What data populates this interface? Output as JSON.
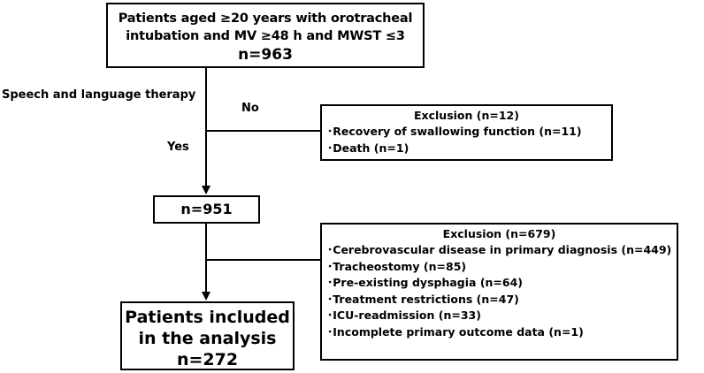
{
  "top_box": {
    "line1": "Patients aged ≥20 years with orotracheal",
    "line2": "intubation and MV ≥48 h and MWST ≤3",
    "count": "n=963"
  },
  "labels": {
    "therapy": "Speech and language therapy",
    "no": "No",
    "yes": "Yes"
  },
  "exclusion1": {
    "heading": "Exclusion (n=12)",
    "items": [
      "Recovery of swallowing function (n=11)",
      "Death (n=1)"
    ]
  },
  "middle_box": {
    "count": "n=951"
  },
  "exclusion2": {
    "heading": "Exclusion (n=679)",
    "items": [
      "Cerebrovascular disease in primary diagnosis  (n=449)",
      "Tracheostomy (n=85)",
      "Pre-existing dysphagia (n=64)",
      "Treatment restrictions (n=47)",
      "ICU-readmission (n=33)",
      "Incomplete primary outcome data (n=1)"
    ]
  },
  "bottom_box": {
    "line1": "Patients included",
    "line2": "in the analysis",
    "count": "n=272"
  }
}
